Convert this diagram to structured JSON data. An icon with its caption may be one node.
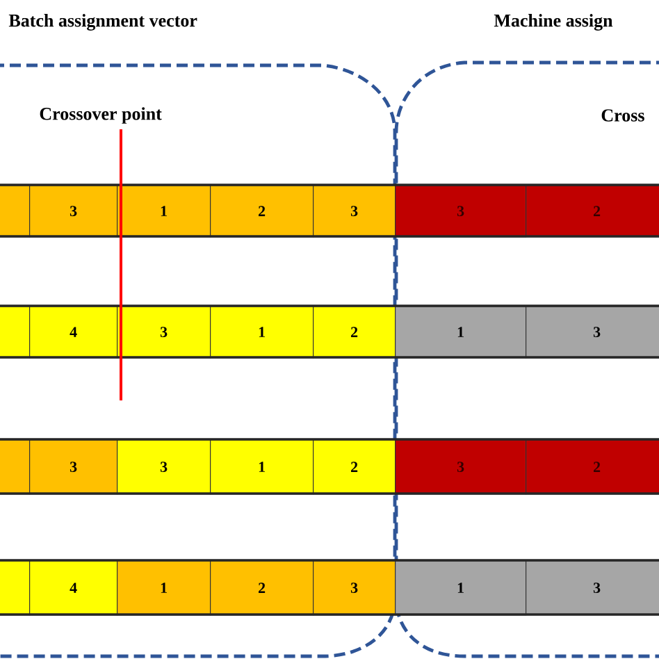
{
  "diagram": {
    "nodes": [
      {
        "text": [],
        "shape": "box"
      },
      {
        "text": [
          "3"
        ]
      },
      {
        "text": [
          "1"
        ]
      },
      {
        "text": [
          "2"
        ]
      },
      {
        "text": [
          "3"
        ]
      },
      {
        "text": [
          "3"
        ]
      },
      {
        "text": [
          "2"
        ]
      },
      {
        "text": [],
        "shape": "box"
      },
      {
        "text": [
          "4"
        ]
      },
      {
        "text": [
          "3"
        ]
      },
      {
        "text": [
          "1"
        ]
      },
      {
        "text": [
          "2"
        ]
      },
      {
        "text": [
          "1"
        ]
      },
      {
        "text": [
          "3"
        ]
      },
      {
        "text": [],
        "shape": "box"
      },
      {
        "text": [
          "3"
        ]
      },
      {
        "text": [
          "3"
        ]
      },
      {
        "text": [
          "1"
        ]
      },
      {
        "text": [
          "2"
        ]
      },
      {
        "text": [
          "3"
        ]
      },
      {
        "text": [
          "2"
        ]
      },
      {
        "text": [],
        "shape": "box"
      },
      {
        "text": [
          "4"
        ]
      },
      {
        "text": [
          "1"
        ]
      },
      {
        "text": [
          "2"
        ]
      },
      {
        "text": [
          "3"
        ]
      },
      {
        "text": [
          "1"
        ]
      },
      {
        "text": [
          "3"
        ]
      }
    ],
    "labels": [
      "Batch assignment vector",
      "Machine assign",
      "Crossover point",
      "Cross"
    ]
  }
}
